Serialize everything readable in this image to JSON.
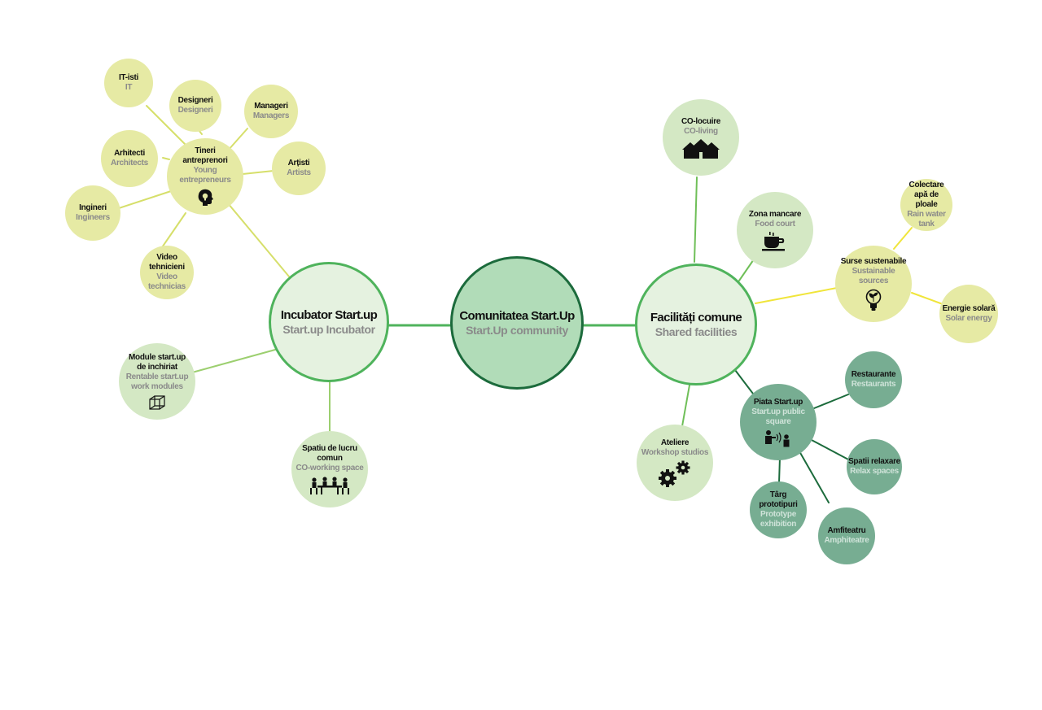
{
  "colors": {
    "yellow_node": "#e6eaa4",
    "light_green_node": "#d4e8c4",
    "pale_green_node": "#e5f2e0",
    "center_node": "#b1dcb8",
    "dark_green_node": "#77ad92",
    "accent_green": "#4fb35c",
    "dark_border": "#1c6b3c",
    "yellow_link": "#f0e53a"
  },
  "center": {
    "title": "Comunitatea Start.Up",
    "subtitle": "Start.Up community"
  },
  "incubator": {
    "title": "Incubator Start.up",
    "subtitle": "Start.up Incubator",
    "young": {
      "title": "Tineri antreprenori",
      "subtitle": "Young entrepreneurs",
      "icon": "idea-head-icon"
    },
    "it": {
      "title": "IT-isti",
      "subtitle": "IT"
    },
    "designers": {
      "title": "Designeri",
      "subtitle": "Designeri"
    },
    "managers": {
      "title": "Manageri",
      "subtitle": "Managers"
    },
    "architects": {
      "title": "Arhitecti",
      "subtitle": "Architects"
    },
    "artists": {
      "title": "Arțisti",
      "subtitle": "Artists"
    },
    "engineers": {
      "title": "Ingineri",
      "subtitle": "Ingineers"
    },
    "video": {
      "title": "Video tehnicieni",
      "subtitle": "Video technicias"
    },
    "modules": {
      "title": "Module start.up de inchiriat",
      "subtitle": "Rentable start.up work modules",
      "icon": "cube-icon"
    },
    "coworking": {
      "title": "Spatiu de lucru comun",
      "subtitle": "CO-working space",
      "icon": "meeting-table-icon"
    }
  },
  "facilities": {
    "title": "Facilități comune",
    "subtitle": "Shared facilities",
    "coliving": {
      "title": "CO-locuire",
      "subtitle": "CO-living",
      "icon": "houses-icon"
    },
    "food": {
      "title": "Zona mancare",
      "subtitle": "Food court",
      "icon": "coffee-cup-icon"
    },
    "sustainable": {
      "title": "Surse sustenabile",
      "subtitle": "Sustainable sources",
      "icon": "eco-bulb-icon"
    },
    "rain": {
      "title": "Colectare apă de ploale",
      "subtitle": "Rain water tank"
    },
    "solar": {
      "title": "Energie solară",
      "subtitle": "Solar energy"
    },
    "workshops": {
      "title": "Ateliere",
      "subtitle": "Workshop studios",
      "icon": "gears-icon"
    },
    "square": {
      "title": "Piata Start.up",
      "subtitle": "Start.up public square",
      "icon": "speaker-crowd-icon"
    },
    "restaurants": {
      "title": "Restaurante",
      "subtitle": "Restaurants"
    },
    "relax": {
      "title": "Spatii relaxare",
      "subtitle": "Relax spaces"
    },
    "amphitheatre": {
      "title": "Amfiteatru",
      "subtitle": "Amphiteatre"
    },
    "prototypes": {
      "title": "Târg prototipuri",
      "subtitle": "Prototype exhibition"
    }
  }
}
